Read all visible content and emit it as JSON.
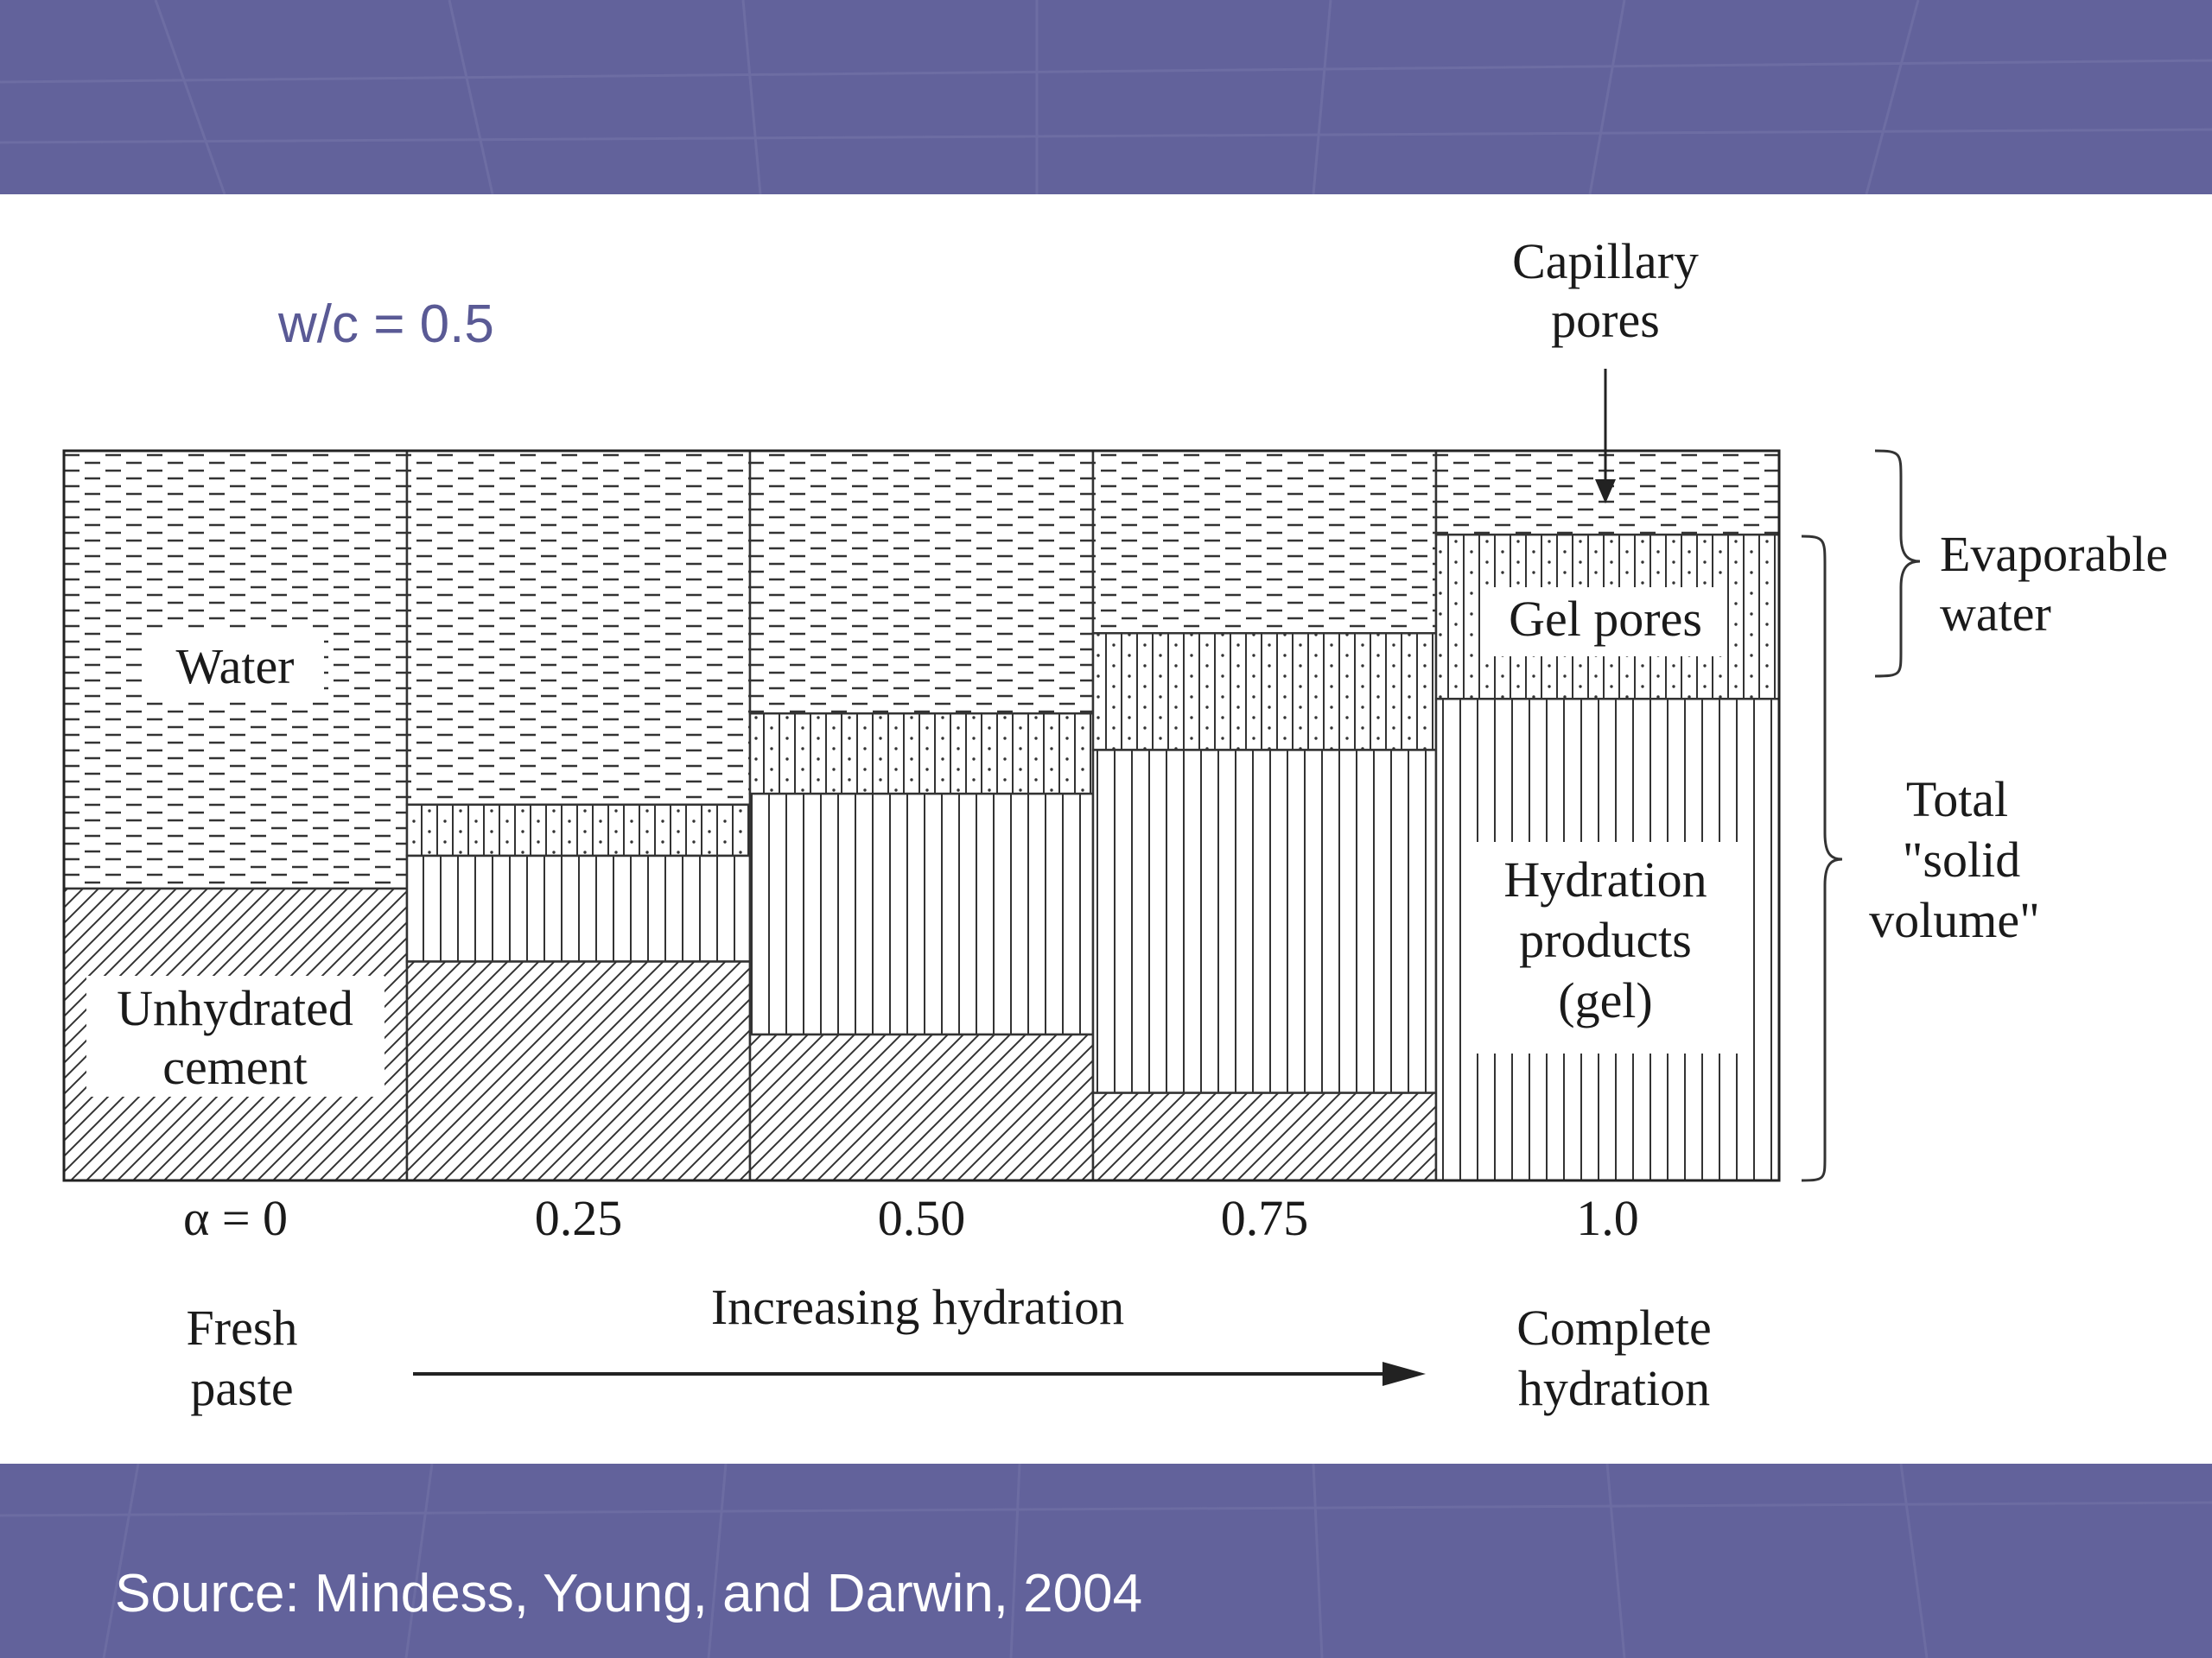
{
  "slide": {
    "ratio_label": "w/c = 0.5",
    "source": "Source: Mindess, Young, and Darwin, 2004",
    "band_color": "#62629b",
    "text_color": "#5a5a95"
  },
  "diagram": {
    "stages": [
      {
        "label": "α = 0",
        "alpha": 0,
        "water": 0.6,
        "gel_pores": 0.0,
        "hydration_products": 0.0,
        "unhydrated_cement": 0.4
      },
      {
        "label": "0.25",
        "alpha": 0.25,
        "water": 0.485,
        "gel_pores": 0.07,
        "hydration_products": 0.145,
        "unhydrated_cement": 0.3
      },
      {
        "label": "0.50",
        "alpha": 0.5,
        "water": 0.36,
        "gel_pores": 0.11,
        "hydration_products": 0.33,
        "unhydrated_cement": 0.2
      },
      {
        "label": "0.75",
        "alpha": 0.75,
        "water": 0.25,
        "gel_pores": 0.16,
        "hydration_products": 0.47,
        "unhydrated_cement": 0.12
      },
      {
        "label": "1.0",
        "alpha": 1.0,
        "water": 0.115,
        "gel_pores": 0.225,
        "hydration_products": 0.66,
        "unhydrated_cement": 0.0
      }
    ],
    "labels": {
      "water": "Water",
      "unhydrated_line1": "Unhydrated",
      "unhydrated_line2": "cement",
      "gel_pores": "Gel pores",
      "hydration_line1": "Hydration",
      "hydration_line2": "products",
      "hydration_line3": "(gel)",
      "capillary_line1": "Capillary",
      "capillary_line2": "pores",
      "evaporable_line1": "Evaporable",
      "evaporable_line2": "water",
      "total_line1": "Total",
      "total_line2": "\"solid",
      "total_line3": "volume\"",
      "fresh_line1": "Fresh",
      "fresh_line2": "paste",
      "increasing": "Increasing hydration",
      "complete_line1": "Complete",
      "complete_line2": "hydration"
    }
  }
}
